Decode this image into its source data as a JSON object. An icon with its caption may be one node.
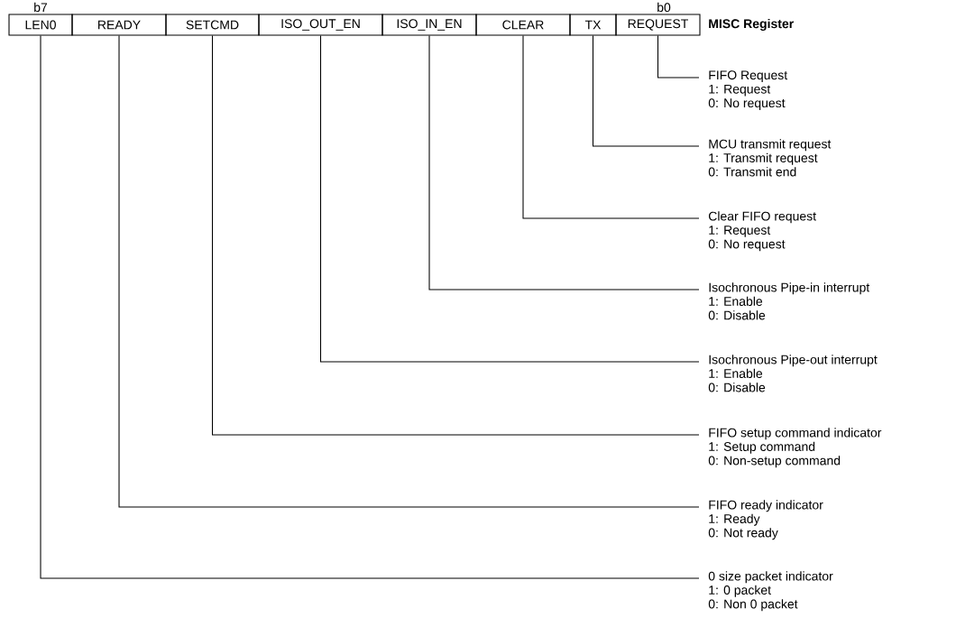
{
  "diagram": {
    "nodes": [
      {
        "text": [
          "LEN0"
        ]
      },
      {
        "text": [
          "READY"
        ]
      },
      {
        "text": [
          "SETCMD"
        ]
      },
      {
        "text": [
          "ISO_OUT_EN"
        ]
      },
      {
        "text": [
          "ISO_IN_EN"
        ]
      },
      {
        "text": [
          "CLEAR"
        ]
      },
      {
        "text": [
          "TX"
        ]
      },
      {
        "text": [
          "REQUEST"
        ]
      },
      {
        "text": [
          "FIFO Request",
          "1: Request",
          "0: No request"
        ]
      },
      {
        "text": [
          "MCU transmit request",
          "1: Transmit request",
          "0: Transmit end"
        ]
      },
      {
        "text": [
          "Clear FIFO request",
          "1: Request",
          "0: No request"
        ]
      },
      {
        "text": [
          "Isochronous Pipe-in interrupt",
          "1: Enable",
          "0: Disable"
        ]
      },
      {
        "text": [
          "Isochronous Pipe-out interrupt",
          "1: Enable",
          "0: Disable"
        ]
      },
      {
        "text": [
          "FIFO setup command indicator",
          "1: Setup command",
          "0: Non-setup command"
        ]
      },
      {
        "text": [
          "FIFO ready indicator",
          "1: Ready",
          "0: Not ready"
        ]
      },
      {
        "text": [
          "0 size packet indicator",
          "1: 0 packet",
          "0: Non 0 packet"
        ]
      }
    ],
    "edges": [
      {
        "from": 8,
        "to": 7,
        "arrow": "none"
      },
      {
        "from": 9,
        "to": 6,
        "arrow": "none"
      },
      {
        "from": 10,
        "to": 5,
        "arrow": "none"
      },
      {
        "from": 11,
        "to": 4,
        "arrow": "none"
      },
      {
        "from": 12,
        "to": 3,
        "arrow": "none"
      },
      {
        "from": 13,
        "to": 2,
        "arrow": "none"
      },
      {
        "from": 14,
        "to": 1,
        "arrow": "none"
      },
      {
        "from": 15,
        "to": 0,
        "arrow": "none"
      }
    ],
    "labels": [
      "b7",
      "b0",
      "MISC Register"
    ]
  }
}
